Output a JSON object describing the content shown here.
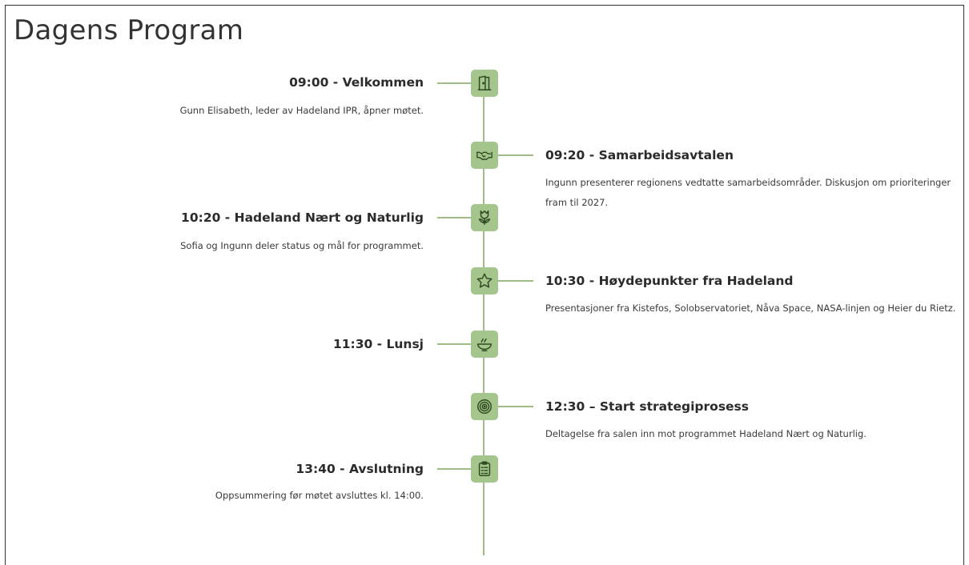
{
  "page": {
    "title": "Dagens Program"
  },
  "events": [
    {
      "time_title": "09:00 - Velkommen",
      "description": "Gunn Elisabeth, leder av Hadeland IPR, åpner møtet.",
      "icon": "door-icon"
    },
    {
      "time_title": "09:20 - Samarbeidsavtalen",
      "description": "Ingunn presenterer regionens vedtatte samarbeidsområder. Diskusjon om prioriteringer fram til 2027.",
      "icon": "handshake-icon"
    },
    {
      "time_title": "10:20 - Hadeland Nært og Naturlig",
      "description": "Sofia og Ingunn deler status og mål for programmet.",
      "icon": "tulip-icon"
    },
    {
      "time_title": "10:30 - Høydepunkter fra Hadeland",
      "description": "Presentasjoner fra Kistefos, Solobservatoriet, Nåva Space, NASA-linjen og Heier du Rietz.",
      "icon": "star-icon"
    },
    {
      "time_title": "11:30 - Lunsj",
      "description": "",
      "icon": "bowl-icon"
    },
    {
      "time_title": "12:30 – Start strategiprosess",
      "description": "Deltagelse fra salen inn mot programmet Hadeland Nært og Naturlig.",
      "icon": "target-icon"
    },
    {
      "time_title": "13:40 - Avslutning",
      "description": "Oppsummering før møtet avsluttes kl. 14:00.",
      "icon": "clipboard-icon"
    }
  ],
  "colors": {
    "accent": "#a4c68c",
    "line": "#9ebd86",
    "icon_stroke": "#2f4a22"
  }
}
